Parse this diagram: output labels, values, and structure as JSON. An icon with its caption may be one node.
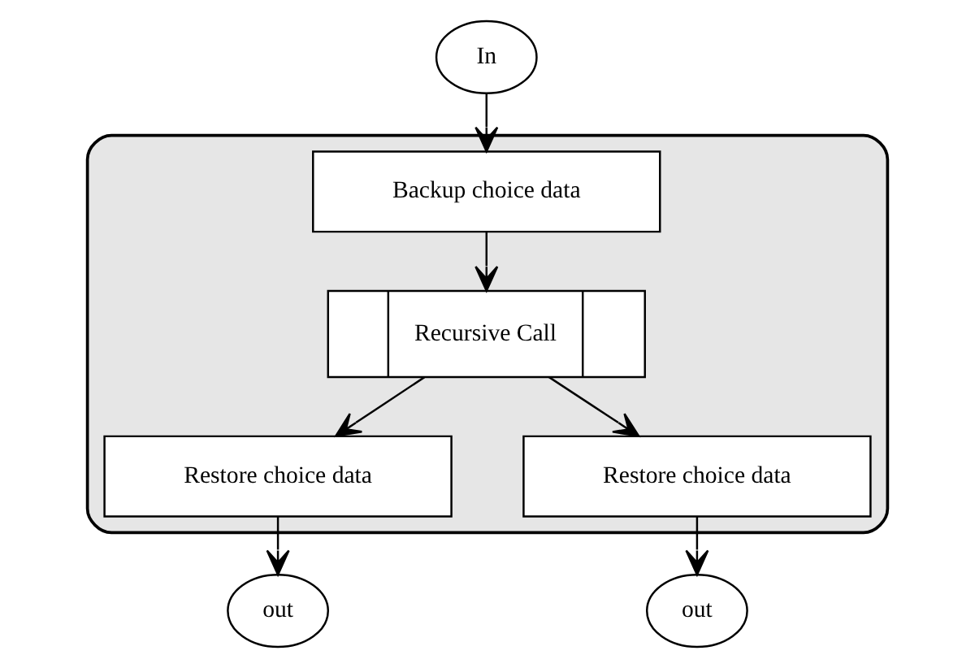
{
  "diagram": {
    "nodes": [
      {
        "text": [],
        "shape": "box"
      },
      {
        "text": [
          "In"
        ]
      },
      {
        "text": [
          "Backup choice data"
        ],
        "in": 0
      },
      {
        "text": [
          "Recursive Call"
        ],
        "in": 0
      },
      {
        "text": [
          "Restore choice data"
        ],
        "in": 0
      },
      {
        "text": [
          "out"
        ]
      },
      {
        "text": [
          "Restore choice data"
        ],
        "in": 0
      },
      {
        "text": [
          "out"
        ]
      }
    ],
    "edges": [
      {
        "from": 1,
        "to": 2,
        "arrow": "to"
      },
      {
        "from": 2,
        "to": 3,
        "arrow": "to"
      },
      {
        "from": 3,
        "to": 4,
        "arrow": "to"
      },
      {
        "from": 4,
        "to": 5,
        "arrow": "to"
      },
      {
        "from": 3,
        "to": 6,
        "arrow": "to"
      },
      {
        "from": 6,
        "to": 7,
        "arrow": "to"
      }
    ]
  }
}
